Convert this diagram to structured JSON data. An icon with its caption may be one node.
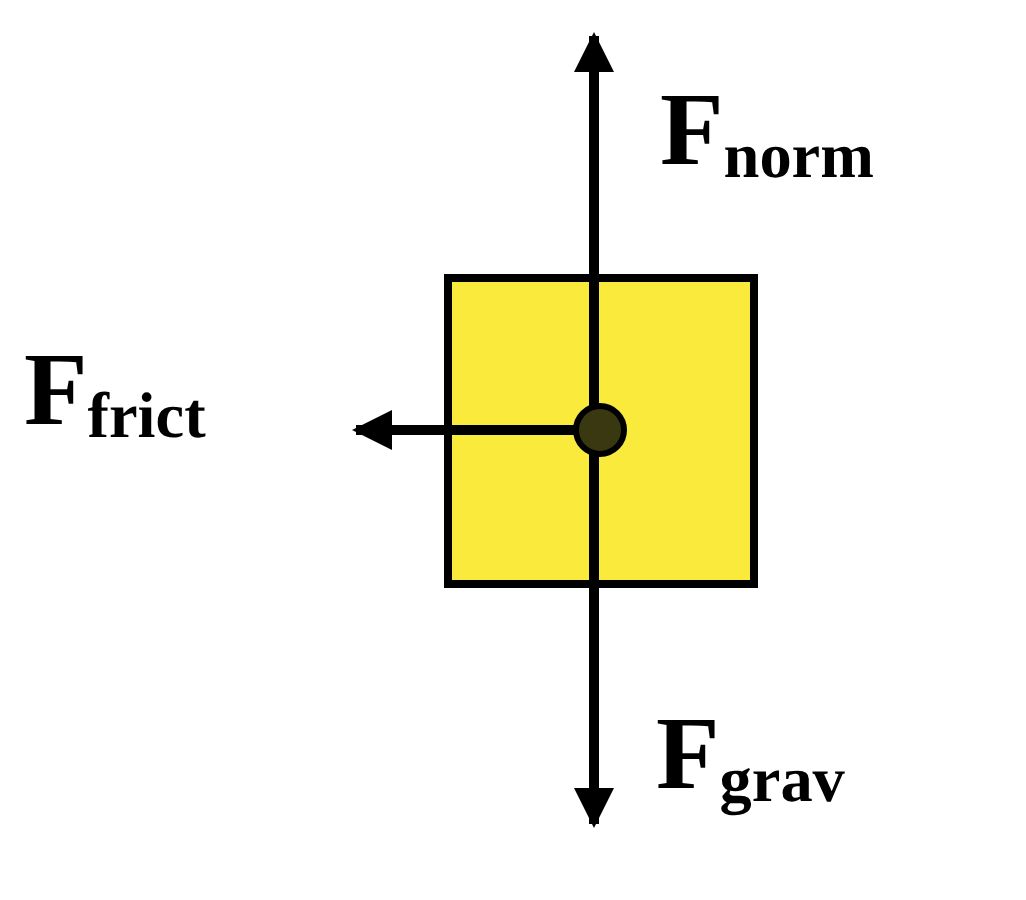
{
  "diagram": {
    "labels": [
      "F$_{norm}$",
      "F$_{frict}$",
      "F$_{grav}$"
    ]
  }
}
